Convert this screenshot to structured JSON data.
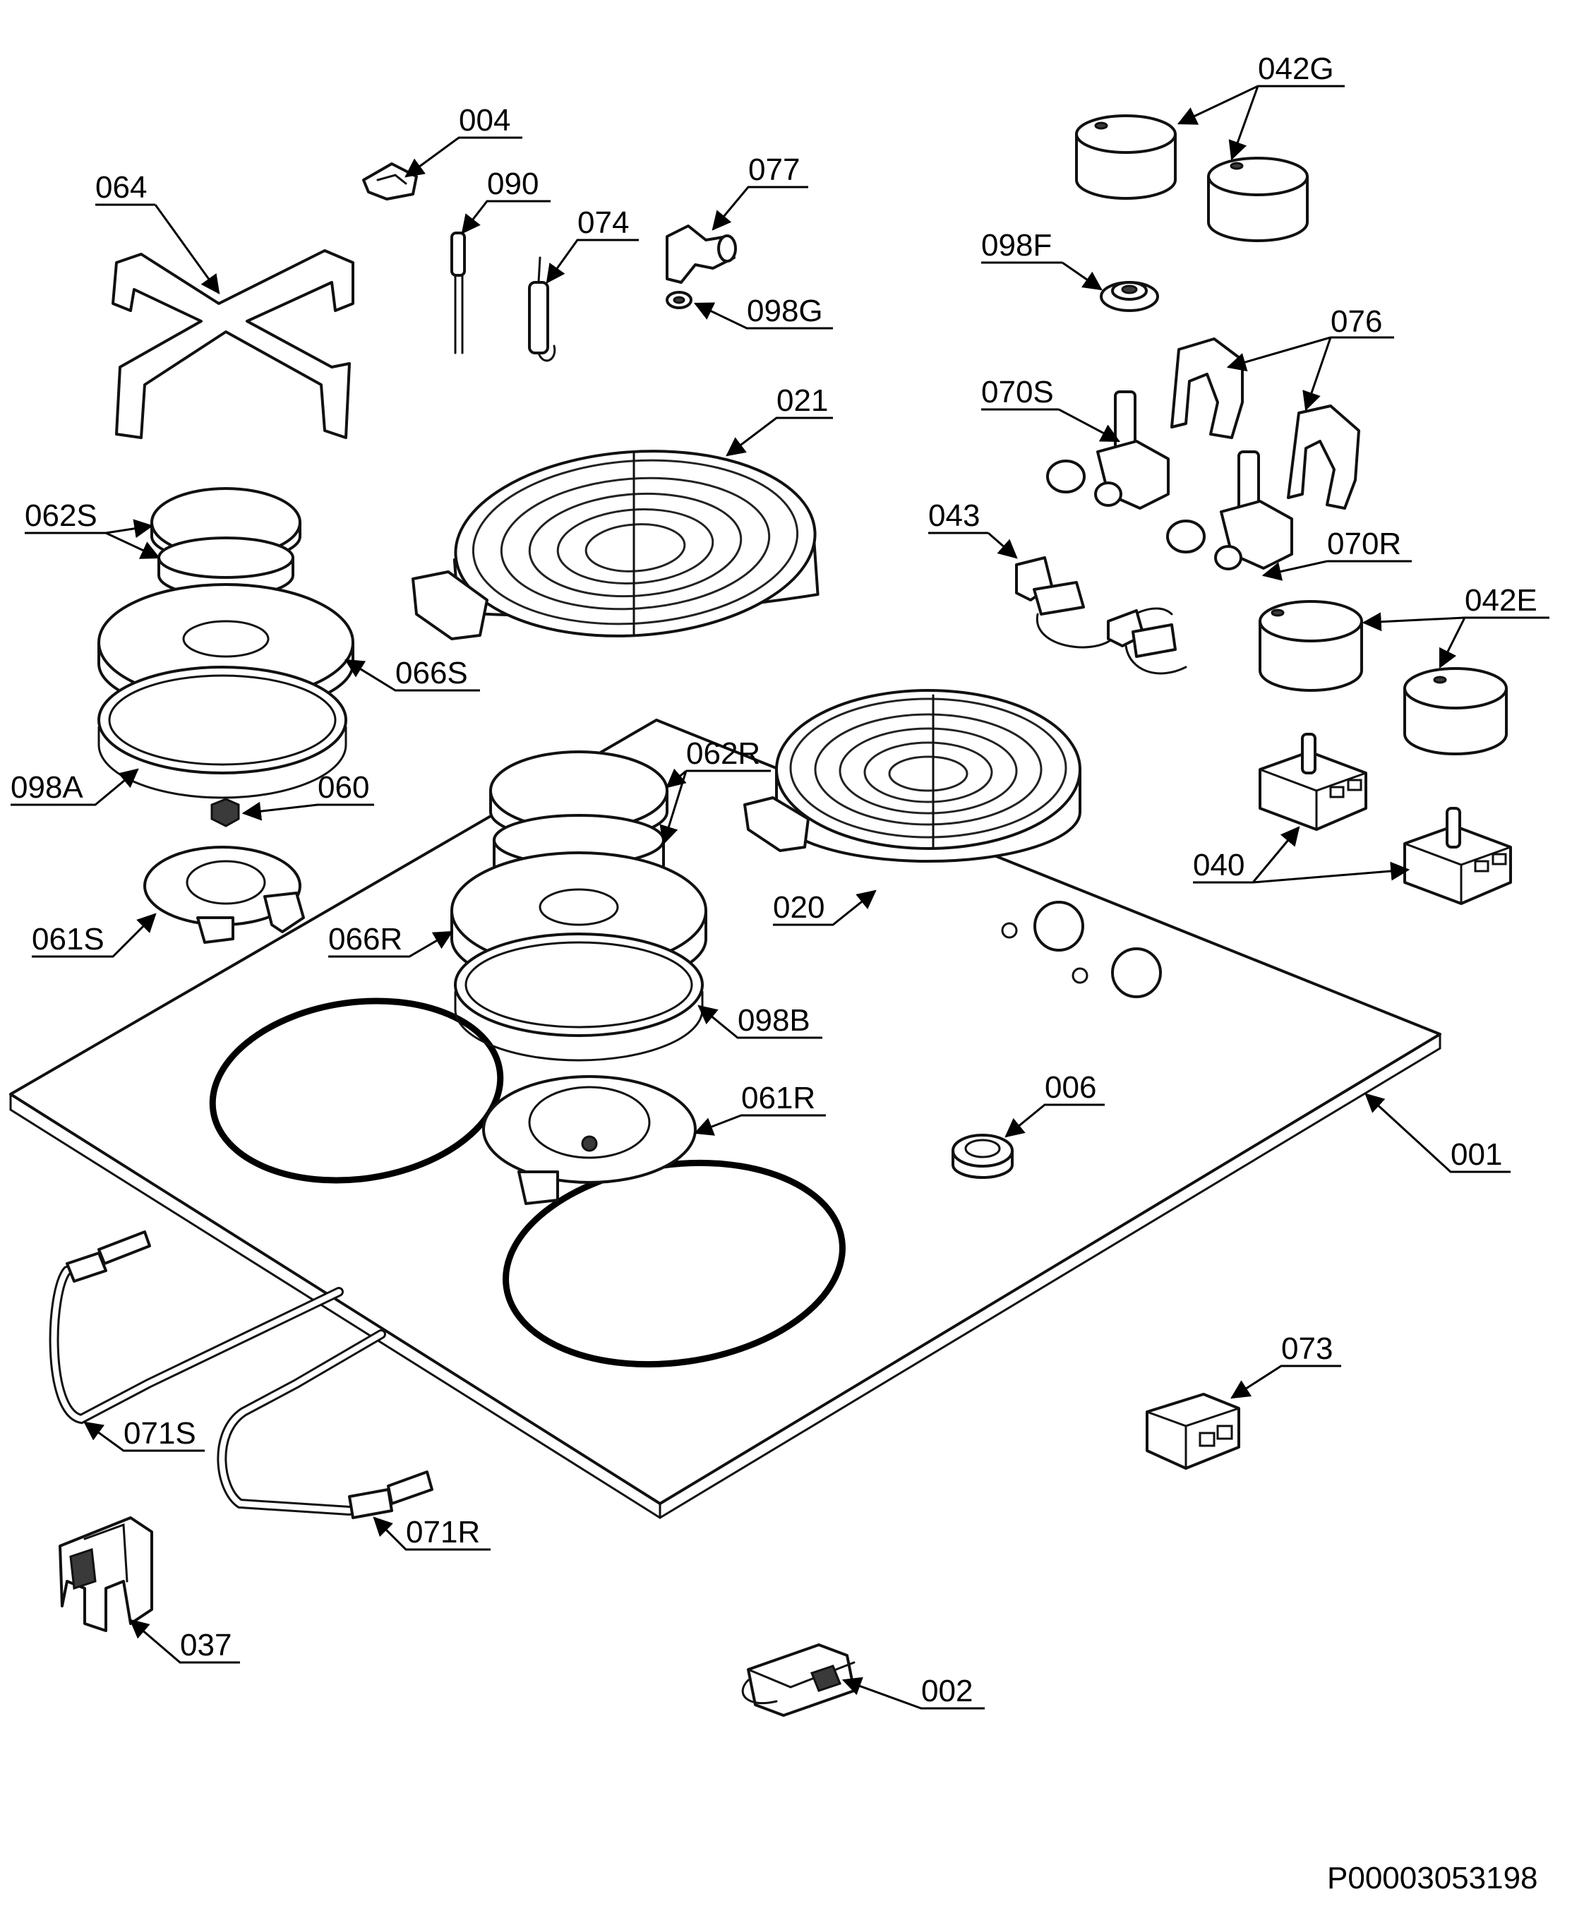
{
  "diagram_id": "P00003053198",
  "labels": {
    "p004": "004",
    "p090": "090",
    "p074": "074",
    "p077": "077",
    "p098g": "098G",
    "p042g": "042G",
    "p098f": "098F",
    "p064": "064",
    "p076": "076",
    "p070s": "070S",
    "p021": "021",
    "p062s": "062S",
    "p043": "043",
    "p070r": "070R",
    "p042e": "042E",
    "p066s": "066S",
    "p062r": "062R",
    "p098a": "098A",
    "p060": "060",
    "p040": "040",
    "p020": "020",
    "p061s": "061S",
    "p066r": "066R",
    "p098b": "098B",
    "p006": "006",
    "p061r": "061R",
    "p001": "001",
    "p073": "073",
    "p071s": "071S",
    "p071r": "071R",
    "p037": "037",
    "p002": "002"
  },
  "colors": {
    "line": "#111111",
    "background": "#ffffff"
  }
}
